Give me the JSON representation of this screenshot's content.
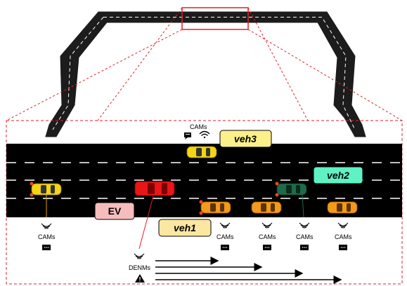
{
  "overview": {
    "track_color": "#1a1a1a",
    "highlight_color": "#e0202a"
  },
  "road": {
    "surface_color": "#000000",
    "lane_mark_color": "#ffffff"
  },
  "vehicles": {
    "veh3": {
      "label": "veh3",
      "label_bg": "#fbf089",
      "body_color": "#f3d515"
    },
    "veh2": {
      "label": "veh2",
      "label_bg": "#5ff2c4",
      "body_color": "#1e6b4a"
    },
    "veh1": {
      "label": "veh1",
      "label_bg": "#fbe7a2",
      "body_color": "#f39a1a"
    },
    "ev": {
      "label": "EV",
      "label_bg": "#f7bcbc",
      "body_color": "#e81616"
    },
    "left_yellow": {
      "body_color": "#f3d515"
    },
    "orange": {
      "body_color": "#f39a1a"
    }
  },
  "messages": {
    "cams_label": "CAMs",
    "denms_label": "DENMs"
  },
  "icons": {
    "radio_waves": "radio-waves-icon",
    "wifi": "wifi-icon",
    "message": "message-icon",
    "warning": "warning-triangle-icon"
  }
}
